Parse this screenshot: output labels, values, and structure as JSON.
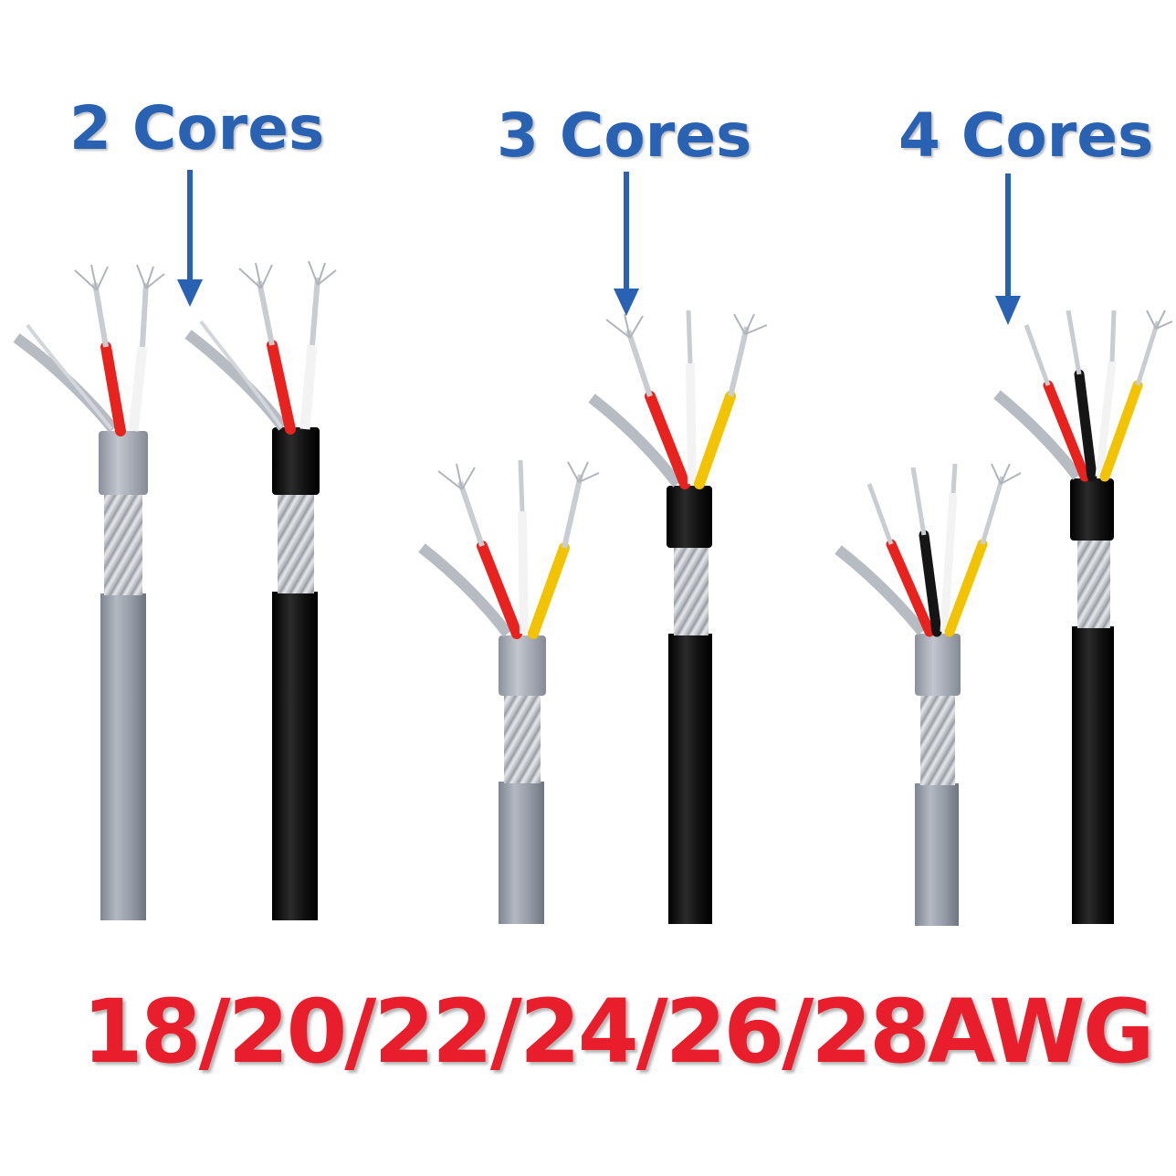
{
  "labels": {
    "two_cores": "2 Cores",
    "three_cores": "3 Cores",
    "four_cores": "4 Cores"
  },
  "gauge_range": "18/20/22/24/26/28AWG",
  "colors": {
    "label_blue": "#2a62b3",
    "gauge_red": "#e81e2c",
    "jacket_grey": "#9aa0ab",
    "jacket_black": "#111111",
    "core_red": "#e8231f",
    "core_yellow": "#f2c300",
    "core_black": "#151515",
    "shield_silver": "#c9ccd1"
  },
  "cables": [
    {
      "group": "2 Cores",
      "jacket": "grey",
      "cores": [
        "red",
        "white"
      ]
    },
    {
      "group": "2 Cores",
      "jacket": "black",
      "cores": [
        "red",
        "white"
      ]
    },
    {
      "group": "3 Cores",
      "jacket": "grey",
      "cores": [
        "red",
        "white",
        "yellow"
      ]
    },
    {
      "group": "3 Cores",
      "jacket": "black",
      "cores": [
        "red",
        "white",
        "yellow"
      ]
    },
    {
      "group": "4 Cores",
      "jacket": "grey",
      "cores": [
        "red",
        "black",
        "white",
        "yellow"
      ]
    },
    {
      "group": "4 Cores",
      "jacket": "black",
      "cores": [
        "red",
        "black",
        "white",
        "yellow"
      ]
    }
  ]
}
